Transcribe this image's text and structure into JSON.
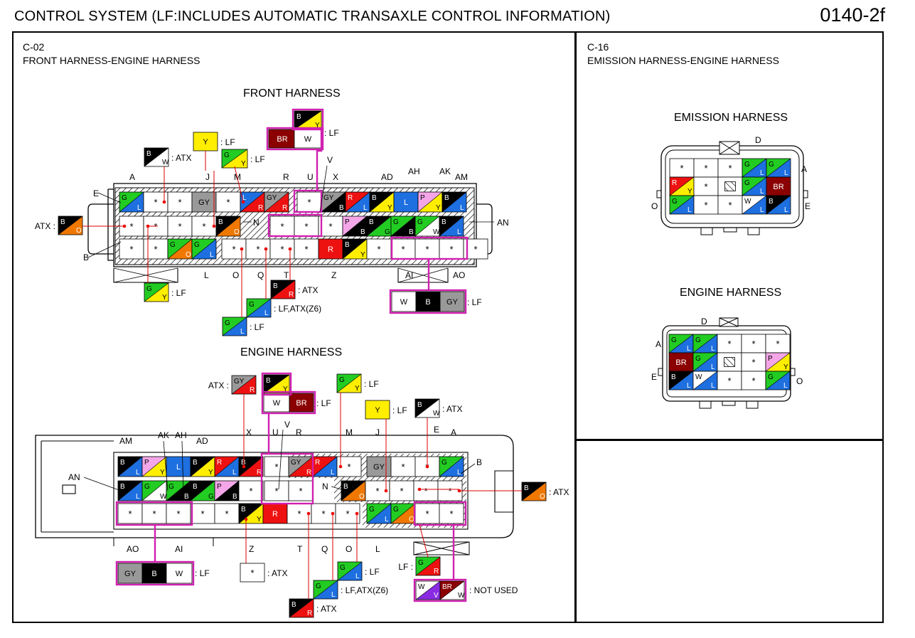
{
  "header": {
    "title": "CONTROL SYSTEM (LF:INCLUDES AUTOMATIC TRANSAXLE CONTROL INFORMATION)",
    "code": "0140-2f"
  },
  "left_panel": {
    "connector_id": "C-02",
    "connector_name": "FRONT HARNESS-ENGINE HARNESS",
    "front_title": "FRONT HARNESS",
    "engine_title": "ENGINE HARNESS"
  },
  "right_panel": {
    "connector_id": "C-16",
    "connector_name": "EMISSION HARNESS-ENGINE HARNESS",
    "emission_title": "EMISSION HARNESS",
    "engine_title": "ENGINE HARNESS"
  },
  "colors": {
    "G": "#22cc22",
    "L": "#1e6fe0",
    "B": "#000000",
    "W": "#ffffff",
    "Y": "#ffee00",
    "R": "#ee1111",
    "O": "#f07800",
    "P": "#f4a6e8",
    "GY": "#999999",
    "BR": "#8b0000",
    "V": "#8a2be2",
    "highlight": "#d020b0"
  },
  "symbols": {
    "blank": "*"
  },
  "front_harness": {
    "top_letters": [
      "A",
      "J",
      "M",
      "R",
      "U",
      "X",
      "AD",
      "AH",
      "AK",
      "AM",
      "V"
    ],
    "bottom_letters": [
      "L",
      "O",
      "Q",
      "T",
      "Z",
      "AI",
      "AO"
    ],
    "side_letters": [
      "E",
      "B",
      "N",
      "AN"
    ],
    "row1": [
      "G/L",
      "*",
      "*",
      "GY",
      "*",
      "L/R",
      "GY/R",
      "*",
      "GY/B",
      "R/L",
      "B/Y",
      "L",
      "P/Y",
      "B/L"
    ],
    "row2": [
      "*",
      "*",
      "*",
      "*",
      "B/O",
      "*",
      "*",
      "*",
      "P/B",
      "B/G",
      "G/B",
      "G/W",
      "B/L"
    ],
    "row3": [
      "*",
      "*",
      "G/O",
      "G/L",
      "*",
      "*",
      "*",
      "*",
      "R",
      "B/Y",
      "*",
      "*",
      "*",
      "*",
      "*"
    ],
    "callouts": [
      {
        "wires": [
          "B/Y",
          "BR",
          "W"
        ],
        "note": ": LF"
      },
      {
        "wires": [
          "Y"
        ],
        "note": ": LF"
      },
      {
        "wires": [
          "B/W"
        ],
        "note": ": ATX"
      },
      {
        "wires": [
          "G/Y"
        ],
        "note": ": LF"
      },
      {
        "wires": [
          "B/O"
        ],
        "note": "ATX :"
      },
      {
        "wires": [
          "G/Y"
        ],
        "note": ": LF"
      },
      {
        "wires": [
          "B/R"
        ],
        "note": ": ATX"
      },
      {
        "wires": [
          "G/L"
        ],
        "note": ": LF,ATX(Z6)"
      },
      {
        "wires": [
          "G/L"
        ],
        "note": ": LF"
      },
      {
        "wires": [
          "W",
          "B",
          "GY"
        ],
        "note": ": LF"
      }
    ]
  },
  "engine_harness": {
    "top_letters": [
      "AM",
      "AK",
      "AH",
      "AD",
      "X",
      "U",
      "V",
      "R",
      "M",
      "J",
      "E",
      "A"
    ],
    "bottom_letters": [
      "AO",
      "AI",
      "Z",
      "T",
      "Q",
      "O",
      "L"
    ],
    "side_letters": [
      "AN",
      "N",
      "B"
    ],
    "row1": [
      "B/L",
      "P/Y",
      "L",
      "B/Y",
      "R/L",
      "B/R",
      "*",
      "GY/R",
      "R/L",
      "*",
      "GY",
      "*",
      "*",
      "G/L"
    ],
    "row2": [
      "B/L",
      "G/W",
      "G/B",
      "B/G",
      "P/B",
      "*",
      "*",
      "*",
      "B/O",
      "*",
      "*",
      "*",
      "*"
    ],
    "row3": [
      "*",
      "*",
      "*",
      "*",
      "*",
      "B/Y",
      "R",
      "*",
      "*",
      "*",
      "G/L",
      "G/O",
      "*",
      "*"
    ],
    "callouts": [
      {
        "wires": [
          "GY/R"
        ],
        "note": "ATX :"
      },
      {
        "wires": [
          "B/Y",
          "W",
          "BR"
        ],
        "note": ": LF"
      },
      {
        "wires": [
          "G/Y"
        ],
        "note": ": LF"
      },
      {
        "wires": [
          "Y"
        ],
        "note": ": LF"
      },
      {
        "wires": [
          "B/W"
        ],
        "note": ": ATX"
      },
      {
        "wires": [
          "B/O"
        ],
        "note": ": ATX"
      },
      {
        "wires": [
          "GY",
          "B",
          "W"
        ],
        "note": ": LF"
      },
      {
        "wires": [
          "*"
        ],
        "note": ": ATX"
      },
      {
        "wires": [
          "G/L"
        ],
        "note": ": LF"
      },
      {
        "wires": [
          "G/L"
        ],
        "note": ": LF,ATX(Z6)"
      },
      {
        "wires": [
          "B/R"
        ],
        "note": ": ATX"
      },
      {
        "wires": [
          "G/R"
        ],
        "note": "LF :"
      },
      {
        "wires": [
          "W/V",
          "BR/W"
        ],
        "note": ": NOT USED"
      }
    ]
  },
  "c16_emission": {
    "letters": [
      "D",
      "A",
      "O",
      "E"
    ],
    "rows": [
      [
        "*",
        "*",
        "*",
        "G/L",
        "G/L"
      ],
      [
        "R/Y",
        "*",
        "#",
        "G/L",
        "BR"
      ],
      [
        "G/L",
        "*",
        "*",
        "W/L",
        "B/L"
      ]
    ]
  },
  "c16_engine": {
    "letters": [
      "D",
      "A",
      "E",
      "O"
    ],
    "rows": [
      [
        "G/L",
        "G/L",
        "*",
        "*",
        "*"
      ],
      [
        "BR",
        "G/L",
        "#",
        "*",
        "P/Y"
      ],
      [
        "B/L",
        "W/L",
        "*",
        "*",
        "G/L"
      ]
    ]
  }
}
